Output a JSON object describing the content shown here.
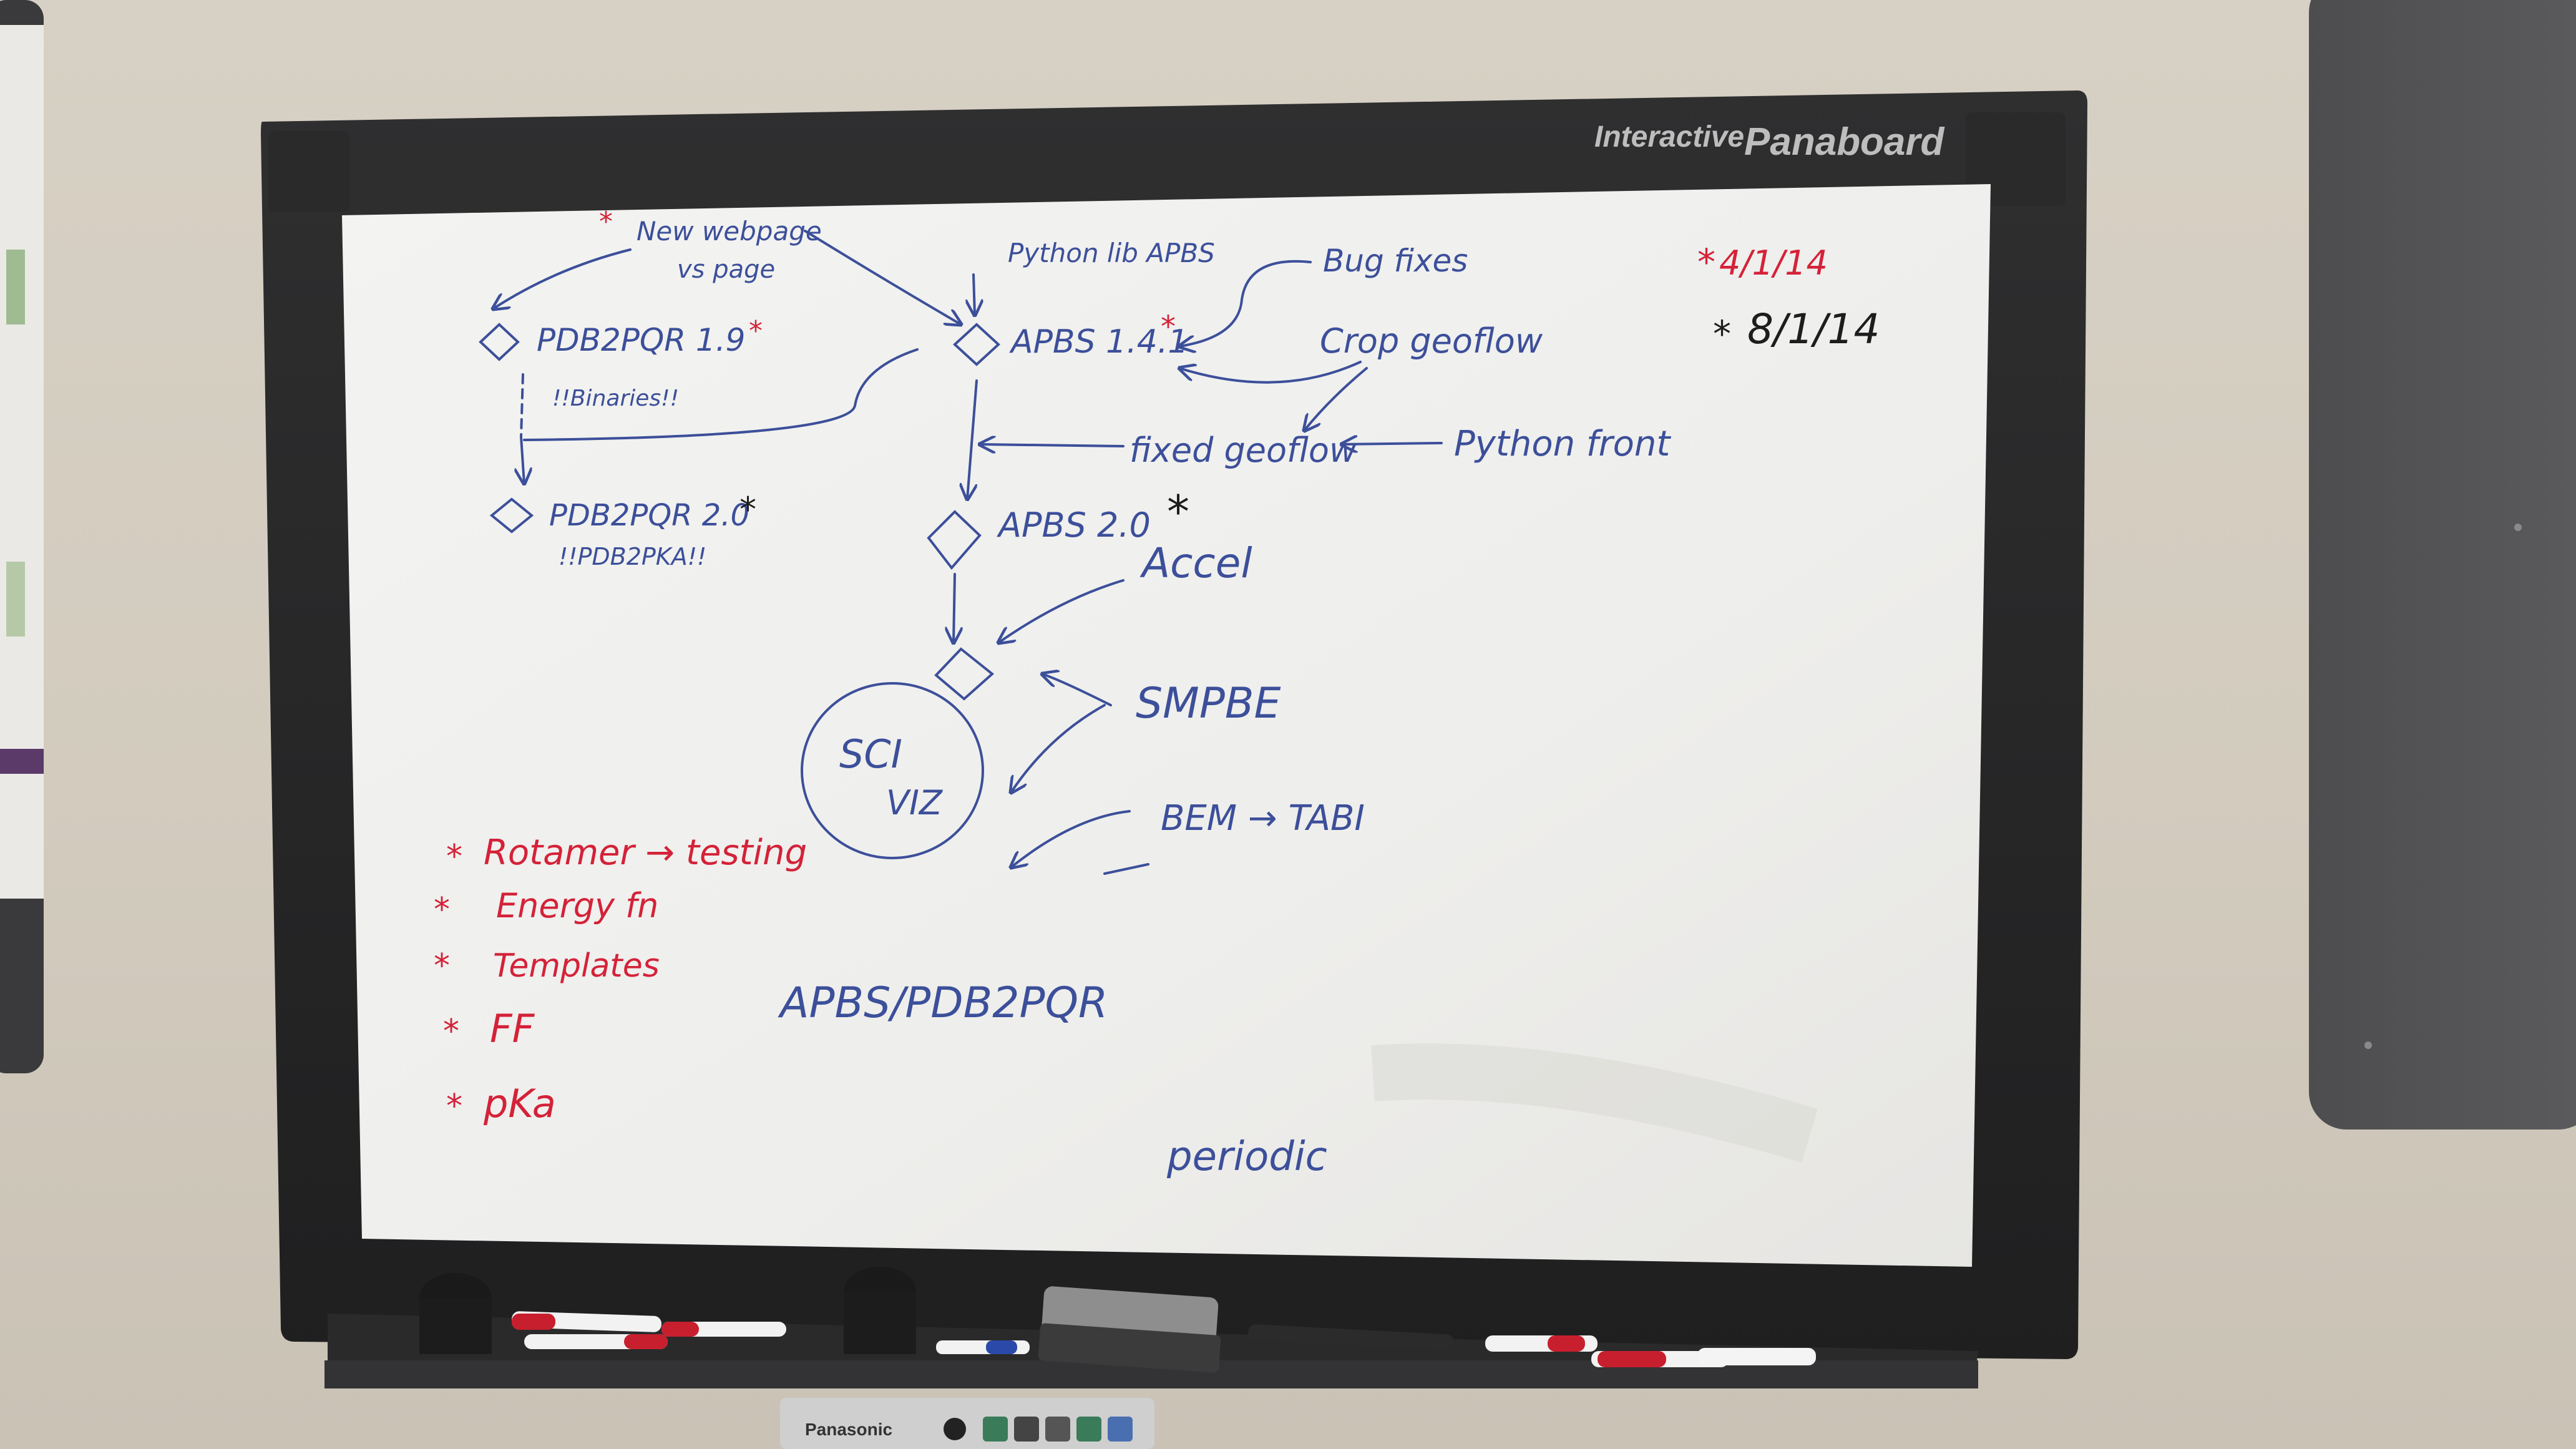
{
  "board": {
    "brand_prefix": "Interactive",
    "brand_name": "Panaboard",
    "tray_brand": "Panasonic"
  },
  "notes": {
    "new_webpage": "New webpage",
    "vs_page": "vs page",
    "pdb2pqr_19": "PDB2PQR 1.9",
    "binaries": "!!Binaries!!",
    "pdb2pqr_20": "PDB2PQR 2.0",
    "pdb2pka": "!!PDB2PKA!!",
    "python_libs": "Python lib APBS",
    "apbs_141": "APBS 1.4.1",
    "bug_fixes": "Bug fixes",
    "crop_geoflow": "Crop geoflow",
    "fixed_geoflow": "fixed geoflow",
    "python_front": "Python front",
    "apbs_20": "APBS 2.0",
    "accel": "Accel",
    "smpbe": "SMPBE",
    "sci_viz_1": "SCI",
    "sci_viz_2": "VIZ",
    "bem_tabi": "BEM → TABI",
    "date_red": "4/1/14",
    "date_black": "8/1/14",
    "rotamer": "Rotamer → testing",
    "energy_fn": "Energy fn",
    "templates": "Templates",
    "ff": "FF",
    "pka": "pKa",
    "apbs_pdb2pqr": "APBS/PDB2PQR",
    "periodic": "periodic"
  }
}
